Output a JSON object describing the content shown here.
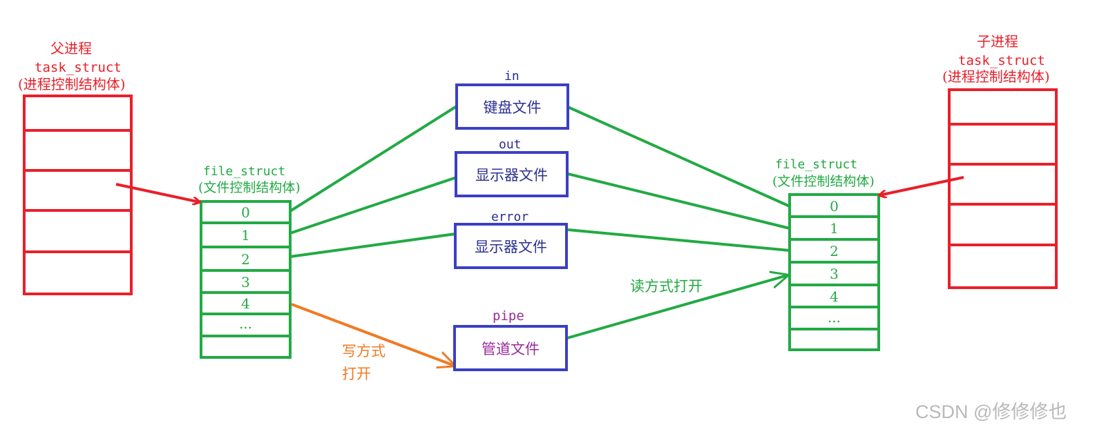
{
  "parent": {
    "title": "父进程",
    "subtitle": "task_struct",
    "desc": "(进程控制结构体)"
  },
  "child": {
    "title": "子进程",
    "subtitle": "task_struct",
    "desc": "(进程控制结构体)"
  },
  "file_struct_left": {
    "title": "file_struct",
    "desc": "(文件控制结构体)",
    "slots": [
      "0",
      "1",
      "2",
      "3",
      "4",
      "...",
      ""
    ]
  },
  "file_struct_right": {
    "title": "file_struct",
    "desc": "(文件控制结构体)",
    "slots": [
      "0",
      "1",
      "2",
      "3",
      "4",
      "...",
      ""
    ]
  },
  "files": [
    {
      "tag": "in",
      "label": "键盘文件"
    },
    {
      "tag": "out",
      "label": "显示器文件"
    },
    {
      "tag": "error",
      "label": "显示器文件"
    },
    {
      "tag": "pipe",
      "label": "管道文件"
    }
  ],
  "edges": {
    "write_label_line1": "写方式",
    "write_label_line2": "打开",
    "read_label": "读方式打开"
  },
  "watermark": "CSDN @修修修也",
  "colors": {
    "process": "#e8202a",
    "fd_table": "#22aa44",
    "file": "#3b3fc4",
    "write": "#f07a22"
  }
}
